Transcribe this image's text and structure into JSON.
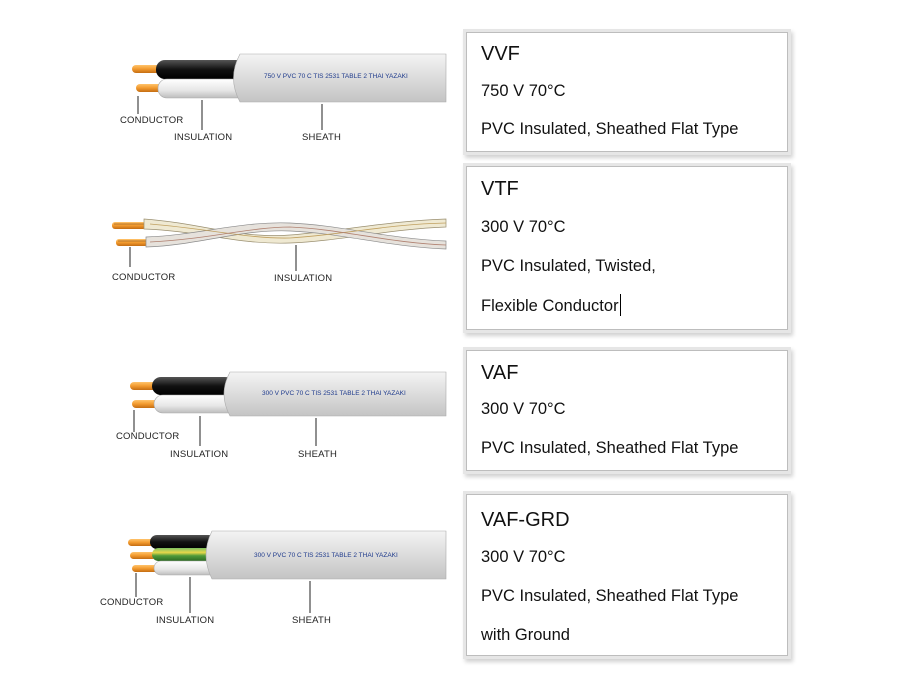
{
  "cables": [
    {
      "code": "VVF",
      "rating": "750 V 70°C",
      "lines": [
        "PVC Insulated, Sheathed Flat Type"
      ],
      "print": "750 V PVC 70 C    TIS 2531 TABLE 2  THAI YAZAKI",
      "labels": [
        "CONDUCTOR",
        "INSULATION",
        "SHEATH"
      ]
    },
    {
      "code": "VTF",
      "rating": "300 V 70°C",
      "lines": [
        "PVC Insulated, Twisted,",
        "Flexible Conductor"
      ],
      "labels": [
        "CONDUCTOR",
        "INSULATION"
      ]
    },
    {
      "code": "VAF",
      "rating": "300 V 70°C",
      "lines": [
        "PVC Insulated, Sheathed Flat Type"
      ],
      "print": "300 V PVC 70 C    TIS 2531 TABLE 2  THAI YAZAKI",
      "labels": [
        "CONDUCTOR",
        "INSULATION",
        "SHEATH"
      ]
    },
    {
      "code": "VAF-GRD",
      "rating": "300 V 70°C",
      "lines": [
        "PVC Insulated, Sheathed Flat Type",
        "with Ground"
      ],
      "print": "300 V PVC 70 C    TIS 2531 TABLE 2  THAI YAZAKI",
      "labels": [
        "CONDUCTOR",
        "INSULATION",
        "SHEATH"
      ]
    }
  ],
  "colors": {
    "copper": "#f29a2e",
    "sheath": "#dedede",
    "black_core": "#1a1a1a",
    "green_core": "#4f9a3a",
    "yellow_stripe": "#e8d84a",
    "print_text": "#1e3a8c"
  }
}
